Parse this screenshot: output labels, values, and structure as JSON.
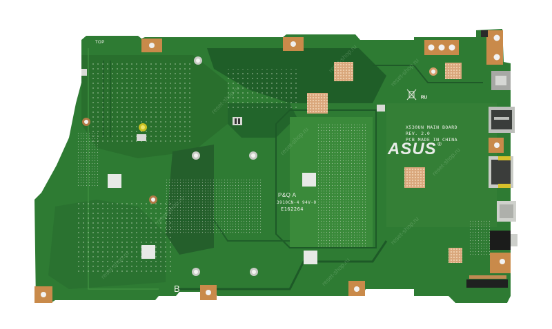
{
  "image": {
    "subject": "Laptop motherboard, bottom side",
    "background_color": "#ffffff",
    "board_color": "#2f7d32",
    "board_dark_color": "#1e5c2a",
    "pad_color": "#c98a4a",
    "bga_pad_color": "#e2b48a"
  },
  "silkscreen": {
    "board_model": "X530UN MAIN BOARD",
    "revision": "REV. 2.0",
    "origin": "PCB MADE IN CHINA",
    "brand_logo": "ASUS",
    "registered_mark": "®",
    "top_label": "TOP",
    "bottom_label": "B",
    "manufacturer_line": "P&Q A",
    "rating_line": "3910CN-4 94V-0",
    "ul_number": "E162264"
  },
  "watermark": "reset-shop.ru",
  "connectors": [
    {
      "name": "dc-power-jack",
      "side": "right"
    },
    {
      "name": "usb-type-c-port",
      "side": "right"
    },
    {
      "name": "usb-a-port-1",
      "side": "right"
    },
    {
      "name": "hdmi-port",
      "side": "right"
    },
    {
      "name": "usb-a-port-2",
      "side": "right"
    },
    {
      "name": "audio-jack",
      "side": "right"
    },
    {
      "name": "ffc-connector",
      "side": "bottom-right"
    }
  ]
}
